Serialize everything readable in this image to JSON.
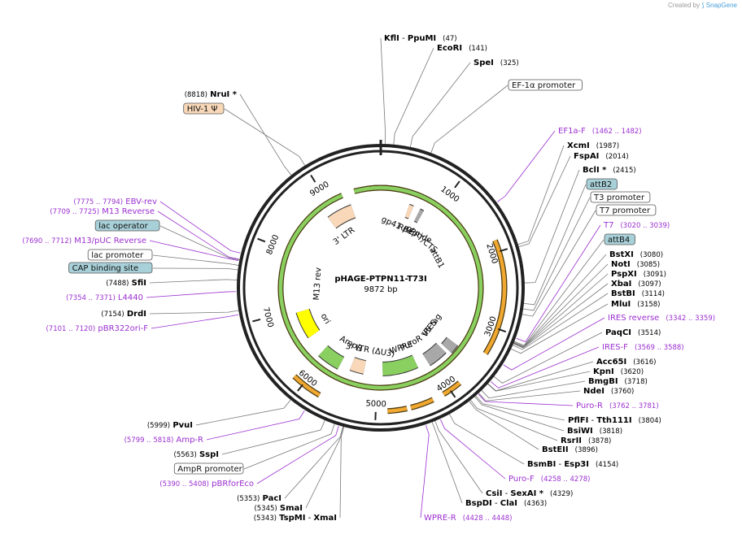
{
  "credit": {
    "prefix": "Created by",
    "brand": "SnapGene"
  },
  "plasmid": {
    "name": "pHAGE-PTPN11-T73I",
    "length_label": "9872 bp",
    "length": 9872
  },
  "colors": {
    "enzyme_text": "#000000",
    "primer": "#9b2fd0",
    "feature_orange": "#f0a830",
    "feature_green": "#8ad060",
    "feature_peach": "#f8d8b8",
    "feature_gray": "#a8a8a8",
    "ori_yellow": "#ffff00",
    "box_teal": "#a8d0d8"
  },
  "ticks": [
    {
      "bp": 0,
      "label": ""
    },
    {
      "bp": 1000,
      "label": "1000"
    },
    {
      "bp": 2000,
      "label": "2000"
    },
    {
      "bp": 3000,
      "label": "3000"
    },
    {
      "bp": 4000,
      "label": "4000"
    },
    {
      "bp": 5000,
      "label": "5000"
    },
    {
      "bp": 6000,
      "label": "6000"
    },
    {
      "bp": 7000,
      "label": "7000"
    },
    {
      "bp": 8000,
      "label": "8000"
    },
    {
      "bp": 9000,
      "label": "9000"
    }
  ],
  "inner_features": [
    {
      "label": "RRE",
      "bp": 640
    },
    {
      "label": "gp41 peptide",
      "bp": 660
    },
    {
      "label": "cPPT/CTS",
      "bp": 1100
    },
    {
      "label": "attB1",
      "bp": 1700
    },
    {
      "label": "IRES",
      "bp": 3550
    },
    {
      "label": "V5 tag",
      "bp": 3470
    },
    {
      "label": "PuroR",
      "bp": 4150
    },
    {
      "label": "WPRE",
      "bp": 4420
    },
    {
      "label": "3' LTR (ΔU3)",
      "bp": 5200
    },
    {
      "label": "AmpR",
      "bp": 5700
    },
    {
      "label": "ori",
      "bp": 6600
    },
    {
      "label": "M13 rev",
      "bp": 7500
    },
    {
      "label": "3' LTR",
      "bp": 8900
    }
  ],
  "labels": [
    {
      "name": "KflI",
      "extra": "PpuMI",
      "num": "(47)",
      "kind": "enzyme"
    },
    {
      "name": "EcoRI",
      "num": "(141)",
      "kind": "enzyme"
    },
    {
      "name": "SpeI",
      "num": "(325)",
      "kind": "enzyme"
    },
    {
      "name": "EF-1α promoter",
      "kind": "box"
    },
    {
      "name": "EF1a-F",
      "num": "(1462 .. 1482)",
      "kind": "primer"
    },
    {
      "name": "XcmI",
      "num": "(1987)",
      "kind": "enzyme"
    },
    {
      "name": "FspAI",
      "num": "(2014)",
      "kind": "enzyme"
    },
    {
      "name": "BclI *",
      "num": "(2415)",
      "kind": "enzyme"
    },
    {
      "name": "attB2",
      "kind": "tealbox"
    },
    {
      "name": "T3 promoter",
      "kind": "box"
    },
    {
      "name": "T7 promoter",
      "kind": "box"
    },
    {
      "name": "T7",
      "num": "(3020 .. 3039)",
      "kind": "primer"
    },
    {
      "name": "attB4",
      "kind": "tealbox"
    },
    {
      "name": "BstXI",
      "num": "(3080)",
      "kind": "enzyme"
    },
    {
      "name": "NotI",
      "num": "(3085)",
      "kind": "enzyme"
    },
    {
      "name": "PspXI",
      "num": "(3091)",
      "kind": "enzyme"
    },
    {
      "name": "XbaI",
      "num": "(3097)",
      "kind": "enzyme"
    },
    {
      "name": "BstBI",
      "num": "(3114)",
      "kind": "enzyme"
    },
    {
      "name": "MluI",
      "num": "(3158)",
      "kind": "enzyme"
    },
    {
      "name": "IRES reverse",
      "num": "(3342 .. 3359)",
      "kind": "primer"
    },
    {
      "name": "PaqCI",
      "num": "(3514)",
      "kind": "enzyme"
    },
    {
      "name": "IRES-F",
      "num": "(3569 .. 3588)",
      "kind": "primer"
    },
    {
      "name": "Acc65I",
      "num": "(3616)",
      "kind": "enzyme"
    },
    {
      "name": "KpnI",
      "num": "(3620)",
      "kind": "enzyme"
    },
    {
      "name": "BmgBI",
      "num": "(3718)",
      "kind": "enzyme"
    },
    {
      "name": "NdeI",
      "num": "(3760)",
      "kind": "enzyme"
    },
    {
      "name": "Puro-R",
      "num": "(3762 .. 3781)",
      "kind": "primer"
    },
    {
      "name": "PflFI",
      "extra": "Tth111I",
      "num": "(3804)",
      "kind": "enzyme"
    },
    {
      "name": "BsiWI",
      "num": "(3818)",
      "kind": "enzyme"
    },
    {
      "name": "RsrII",
      "num": "(3878)",
      "kind": "enzyme"
    },
    {
      "name": "BstEII",
      "num": "(3896)",
      "kind": "enzyme"
    },
    {
      "name": "BsmBI",
      "extra": "Esp3I",
      "num": "(4154)",
      "kind": "enzyme"
    },
    {
      "name": "Puro-F",
      "num": "(4258 .. 4278)",
      "kind": "primer"
    },
    {
      "name": "CsiI",
      "extra": "SexAI *",
      "num": "(4329)",
      "kind": "enzyme"
    },
    {
      "name": "BspDI",
      "extra": "ClaI",
      "num": "(4363)",
      "kind": "enzyme"
    },
    {
      "name": "WPRE-R",
      "num": "(4428 .. 4448)",
      "kind": "primer"
    },
    {
      "name": "TspMI",
      "extra": "XmaI",
      "num": "(5343)",
      "kind": "enzyme"
    },
    {
      "name": "SmaI",
      "num": "(5345)",
      "kind": "enzyme"
    },
    {
      "name": "PacI",
      "num": "(5353)",
      "kind": "enzyme"
    },
    {
      "name": "pBRforEco",
      "num": "(5390 .. 5408)",
      "kind": "primer"
    },
    {
      "name": "AmpR promoter",
      "kind": "box"
    },
    {
      "name": "SspI",
      "num": "(5563)",
      "kind": "enzyme"
    },
    {
      "name": "Amp-R",
      "num": "(5799 .. 5818)",
      "kind": "primer"
    },
    {
      "name": "PvuI",
      "num": "(5999)",
      "kind": "enzyme"
    },
    {
      "name": "pBR322ori-F",
      "num": "(7101 .. 7120)",
      "kind": "primer"
    },
    {
      "name": "DrdI",
      "num": "(7154)",
      "kind": "enzyme"
    },
    {
      "name": "L4440",
      "num": "(7354 .. 7371)",
      "kind": "primer"
    },
    {
      "name": "SfiI",
      "num": "(7488)",
      "kind": "enzyme"
    },
    {
      "name": "CAP binding site",
      "kind": "tealbox"
    },
    {
      "name": "lac promoter",
      "kind": "box"
    },
    {
      "name": "M13/pUC Reverse",
      "num": "(7690 .. 7712)",
      "kind": "primer"
    },
    {
      "name": "lac operator",
      "kind": "tealbox"
    },
    {
      "name": "M13 Reverse",
      "num": "(7709 .. 7725)",
      "kind": "primer"
    },
    {
      "name": "EBV-rev",
      "num": "(7775 .. 7794)",
      "kind": "primer"
    },
    {
      "name": "HIV-1 Ψ",
      "kind": "peachbox"
    },
    {
      "name": "NruI *",
      "num": "(8818)",
      "kind": "enzyme"
    }
  ]
}
